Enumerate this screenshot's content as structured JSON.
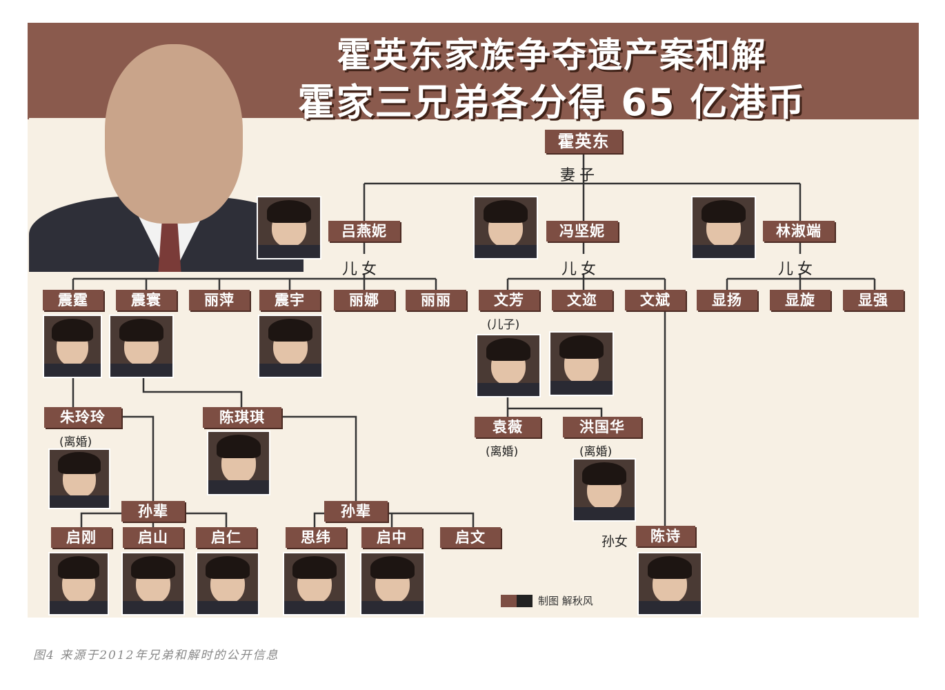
{
  "title": {
    "line1": "霍英东家族争夺遗产案和解",
    "line2": "霍家三兄弟各分得 65 亿港币"
  },
  "colors": {
    "header": "#8a5a4d",
    "box": "#7d4e43",
    "panel": "#f7f0e4"
  },
  "root": "霍英东",
  "spouse_label": "妻子",
  "children_label": "儿女",
  "wives": [
    "吕燕妮",
    "冯坚妮",
    "林淑端"
  ],
  "children": {
    "wife1": [
      "震霆",
      "震寰",
      "丽萍",
      "震宇",
      "丽娜",
      "丽丽"
    ],
    "wife2": [
      "文芳",
      "文迩",
      "文斌"
    ],
    "wife3": [
      "显扬",
      "显旋",
      "显强"
    ]
  },
  "wenfang_note": "(儿子)",
  "grand": {
    "spouse1": "朱玲玲",
    "spouse1_note": "(离婚)",
    "spouse2": "陈琪琪",
    "grandchildren_label": "孙辈",
    "kids1": [
      "启刚",
      "启山",
      "启仁"
    ],
    "kids2": [
      "思纬",
      "启中",
      "启文"
    ],
    "wenfang_spouse1": "袁薇",
    "wenfang_spouse1_note": "(离婚)",
    "wenfang_spouse2": "洪国华",
    "wenfang_spouse2_note": "(离婚)",
    "granddaughter_label": "孙女",
    "granddaughter": "陈诗"
  },
  "legend_text": "制图 解秋风",
  "caption": "图4 来源于2012年兄弟和解时的公开信息"
}
